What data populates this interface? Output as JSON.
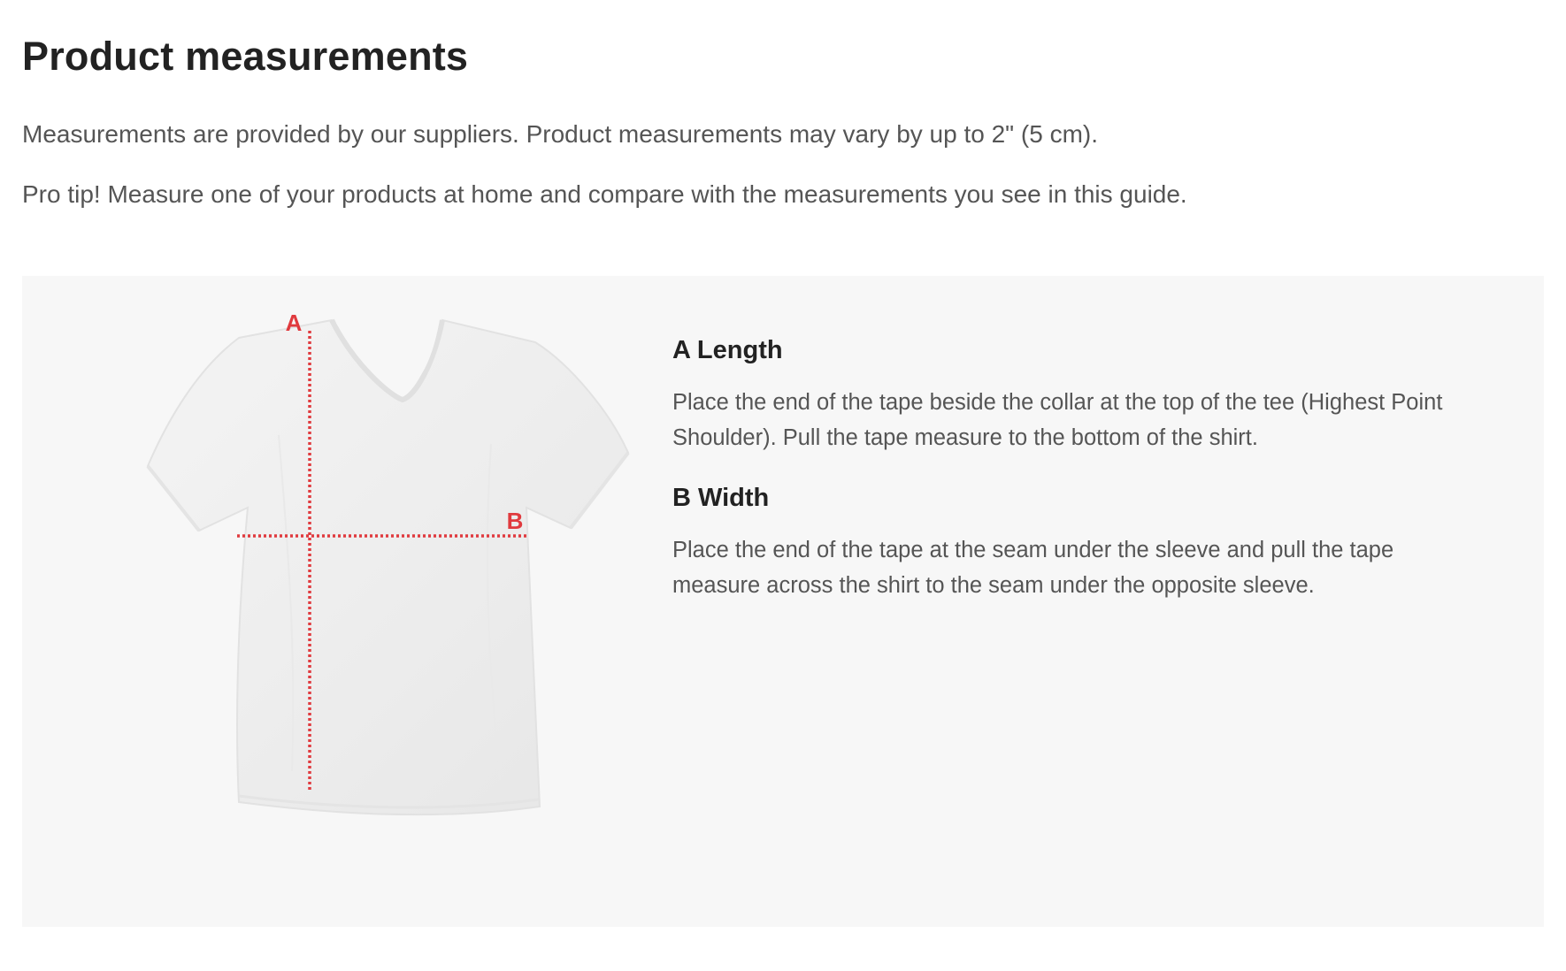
{
  "page": {
    "title": "Product measurements",
    "intro": "Measurements are provided by our suppliers. Product measurements may vary by up to 2\" (5 cm).",
    "tip": "Pro tip! Measure one of your products at home and compare with the measurements you see in this guide."
  },
  "figure": {
    "marker_a": "A",
    "marker_b": "B",
    "marker_color": "#e03a3e"
  },
  "measurements": [
    {
      "title": "A Length",
      "description": "Place the end of the tape beside the collar at the top of the tee (Highest Point Shoulder). Pull the tape measure to the bottom of the shirt."
    },
    {
      "title": "B Width",
      "description": "Place the end of the tape at the seam under the sleeve and pull the tape measure across the shirt to the seam under the opposite sleeve."
    }
  ],
  "colors": {
    "panel_background": "#f7f7f7",
    "shirt": "#f0f0f0",
    "heading": "#222222",
    "body_text": "#555555"
  }
}
